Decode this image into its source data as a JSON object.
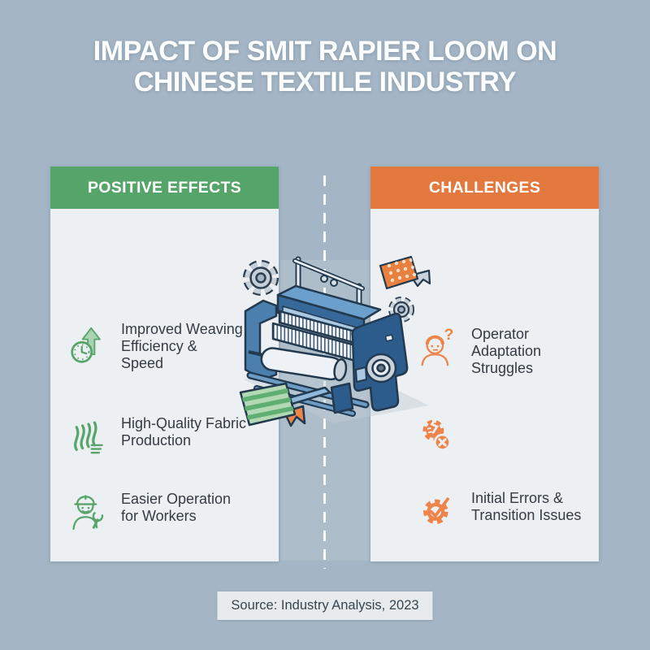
{
  "title": {
    "line1": "IMPACT OF SMIT RAPIER LOOM ON",
    "line2": "CHINESE TEXTILE INDUSTRY"
  },
  "colors": {
    "background": "#a4b6c5",
    "panel_background": "#edf0f3",
    "positive_header": "#55a469",
    "challenges_header": "#e3793f",
    "icon_green": "#57a56b",
    "icon_orange": "#ee8449",
    "body_text": "#333b44",
    "loom_blue": "#3d74a6",
    "loom_dark_blue": "#2b5c8c",
    "loom_outline": "#22394e"
  },
  "panels": {
    "positive": {
      "header": "POSITIVE EFFECTS",
      "items": [
        {
          "icon": "clock-up-arrow-icon",
          "text": "Improved Weaving\nEfficiency &\nSpeed"
        },
        {
          "icon": "fabric-waves-icon",
          "text": "High-Quality Fabric\nProduction"
        },
        {
          "icon": "worker-wrench-icon",
          "text": "Easier Operation\nfor Workers"
        }
      ]
    },
    "challenges": {
      "header": "CHALLENGES",
      "items": [
        {
          "icon": "operator-question-icon",
          "text": "Operator\nAdaptation\nStruggles"
        },
        {
          "icon": "broken-gear-error-icon",
          "text": ""
        },
        {
          "icon": "gear-check-icon",
          "text": "Initial Errors &\nTransition Issues"
        }
      ]
    }
  },
  "illustration": {
    "subject": "SMIT rapier loom isometric drawing",
    "elements": [
      "loom-machine",
      "gear",
      "gear",
      "orange-dotted-fabric-swatch",
      "green-striped-fabric-swatch",
      "dashed-divider"
    ]
  },
  "source": {
    "text": "Source: Industry Analysis, 2023"
  }
}
